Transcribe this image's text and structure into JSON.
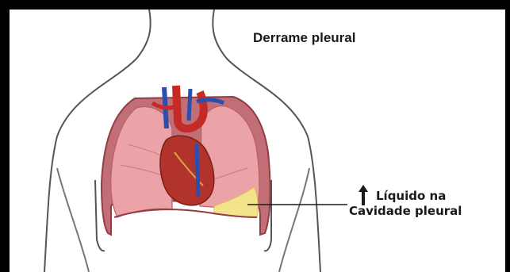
{
  "diagram": {
    "title": "Derrame pleural",
    "label_line1": "Líquido  na",
    "label_line2": "Cavidade pleural"
  },
  "colors": {
    "frame": "#000000",
    "lung": "#e79a9f",
    "ribs": "#b86068",
    "heart": "#b2332c",
    "aorta": "#c42a26",
    "vein": "#2a4fb0",
    "fluid": "#f3e48a",
    "body_outline": "#444444"
  }
}
